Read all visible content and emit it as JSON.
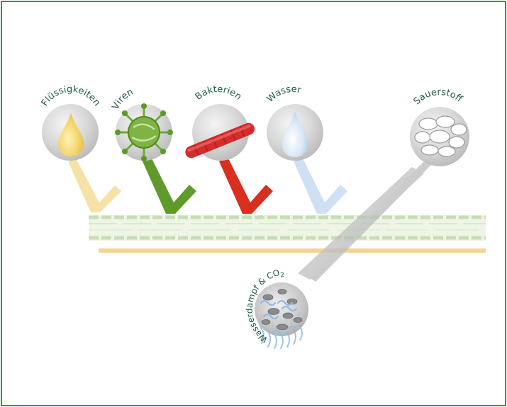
{
  "labels": {
    "fluessigkeiten": "Flüssigkeiten",
    "viren": "Viren",
    "bakterien": "Bakterien",
    "wasser": "Wasser",
    "sauerstoff": "Sauerstoff",
    "wasserdampf_prefix": "Wasserdampf & CO",
    "wasserdampf_sub": "2"
  },
  "colors": {
    "frame": "#1aa34a",
    "label_text": "#1e5a43",
    "fluessigkeiten_arrow": "#f6e2a6",
    "viren_arrow": "#5f9a2a",
    "bakterien_arrow": "#d82f1f",
    "wasser_arrow": "#cfe0f4",
    "sauerstoff_arrow": "#c8c8c8",
    "membrane_green": "#c9e0b8",
    "membrane_yellow": "#f3d592"
  }
}
